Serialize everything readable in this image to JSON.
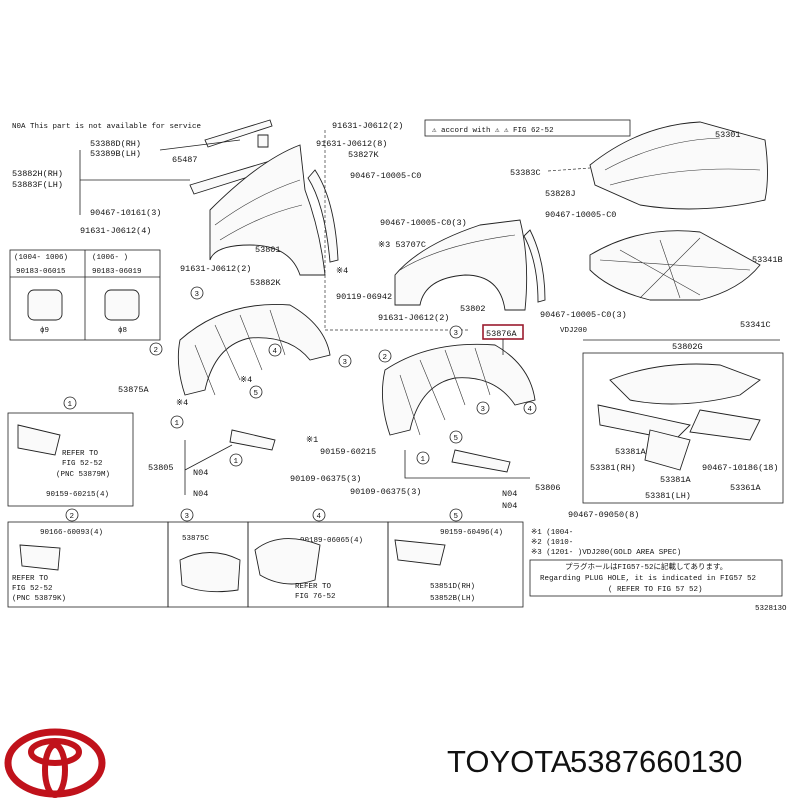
{
  "note_top": "N0A This part is not available for service",
  "legend_top": "⚠ accord with ⚠ ⚠ FIG 62-52",
  "part_labels": {
    "p53388D": "53388D(RH)",
    "p53389B": "53389B(LH)",
    "p65487": "65487",
    "p53882H": "53882H(RH)",
    "p53883F": "53883F(LH)",
    "p90467_10161": "90467-10161(3)",
    "p91631_top": "91631-J0612(2)",
    "p91631_2": "91631-J0612(8)",
    "p53827K": "53827K",
    "p90467_10005_a": "90467-10005-C0",
    "p90467_10005_b": "90467-10005-C0(3)",
    "p53707C": "※3 53707C",
    "p4": "※4",
    "p90119": "90119-06942",
    "p53802": "53802",
    "p53801": "53801",
    "p53882K": "53882K",
    "p91631_left": "91631-J0612(4)",
    "p91631_mid": "91631-J0612(2)",
    "p91631_low": "91631-J0612(2)",
    "p53383C": "53383C",
    "p53301": "53301",
    "p53828J": "53828J",
    "p90467_10005_c": "90467-10005-C0",
    "p90467_10005_d": "90467-10005-C0(3)",
    "p53341B": "53341B",
    "p53341C": "53341C",
    "p53876A": "53876A",
    "pVDJ200": "VDJ200",
    "p53802G": "53802G",
    "p53875A": "53875A",
    "p4b": "※4",
    "p4c": "※4",
    "p1star": "※1",
    "p90159_60215": "90159-60215",
    "p53805": "53805",
    "pN04a": "N04",
    "pN04b": "N04",
    "p90109_a": "90109-06375(3)",
    "p90109_b": "90109-06375(3)",
    "pN04c": "N04",
    "pN04d": "N04",
    "p53806": "53806",
    "p53381A_a": "53381A",
    "p53381_rh": "53381(RH)",
    "p53381A_b": "53381A",
    "p53381_lh": "53381(LH)",
    "p90467_10186": "90467-10186(18)",
    "p53361A": "53361A",
    "p90467_09050": "90467-09050(8)",
    "p1004_box_a": "(1004-  1006)",
    "p1004_box_b": "(1006-  )",
    "p90183_a": "90183-06015",
    "p90183_b": "90183-06019",
    "p_phi9": "ϕ9",
    "p_phi8": "ϕ8"
  },
  "callouts": [
    "1",
    "2",
    "3",
    "4",
    "5"
  ],
  "detail_labels": {
    "d1_refer": "REFER TO",
    "d1_fig": "FIG 52-52",
    "d1_pnc": "(PNC 53879M)",
    "d1_90159": "90159-60215(4)",
    "d2_90166": "90166-60093(4)",
    "d2_refer": "REFER TO",
    "d2_fig": "FIG 52-52",
    "d2_pnc": "(PNC 53879K)",
    "d3_53875C": "53875C",
    "d4_90189": "90189-06065(4)",
    "d4_refer": "REFER TO",
    "d4_fig": "FIG 76-52",
    "d5_90159": "90159-60496(4)",
    "d5_53851D": "53851D(RH)",
    "d5_53852B": "53852B(LH)"
  },
  "notes": {
    "n1": "※1 (1004-",
    "n2": "※2 (1010-",
    "n3": "※3 (1201-   )VDJ200(GOLD AREA SPEC)",
    "n4": "プラグホールはFIG57-52に記載してあります。",
    "n5": "Regarding PLUG HOLE, it is indicated in FIG57 52",
    "n6": "( REFER TO FIG 57 52)"
  },
  "figure_code": "532813O",
  "footer": {
    "brand": "TOYOTA",
    "part_number": "5387660130",
    "brand_color": "#c0121b"
  },
  "highlight_color": "#9b1c2e"
}
